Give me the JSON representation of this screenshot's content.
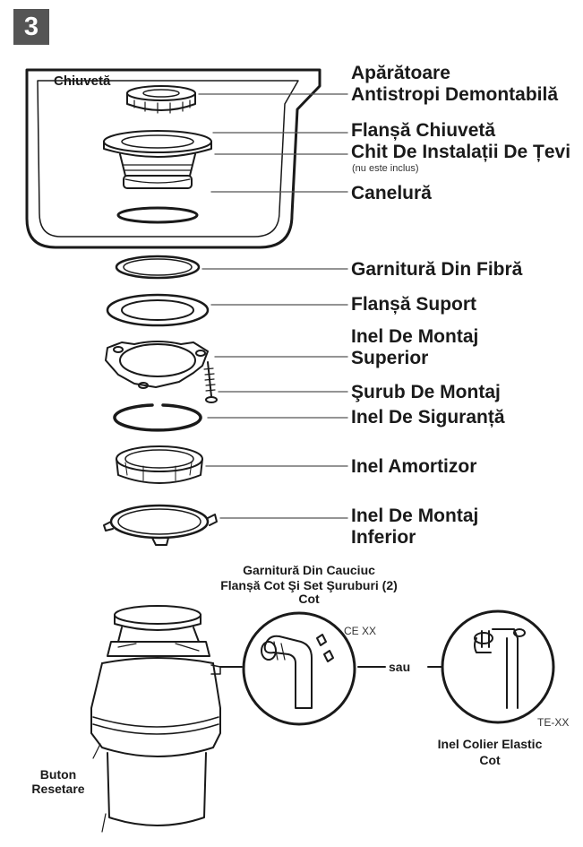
{
  "step_number": "3",
  "labels": {
    "sink": "Chiuvetă",
    "splash_guard_1": "Apărătoare",
    "splash_guard_2": "Antistropi Demontabilă",
    "sink_flange": "Flanșă Chiuvetă",
    "plumbers_putty": "Chit De Instalații De Țevi",
    "putty_note": "(nu este inclus)",
    "groove": "Canelură",
    "fiber_gasket": "Garnitură Din Fibră",
    "backup_flange": "Flanșă Suport",
    "upper_ring_1": "Inel De Montaj",
    "upper_ring_2": "Superior",
    "mounting_screw": "Şurub De Montaj",
    "snap_ring": "Inel De Siguranță",
    "cushion_ring": "Inel Amortizor",
    "lower_ring_1": "Inel De Montaj",
    "lower_ring_2": "Inferior",
    "rubber_gasket_1": "Garnitură Din Cauciuc",
    "rubber_gasket_2": "Flanșă Cot Şi Set Şuruburi (2)",
    "rubber_gasket_3": "Cot",
    "ce_code": "CE XX",
    "or": "sau",
    "te_code": "TE-XX",
    "elastic_clamp_1": "Inel Colier Elastic",
    "elastic_clamp_2": "Cot",
    "reset_1": "Buton",
    "reset_2": "Resetare"
  }
}
